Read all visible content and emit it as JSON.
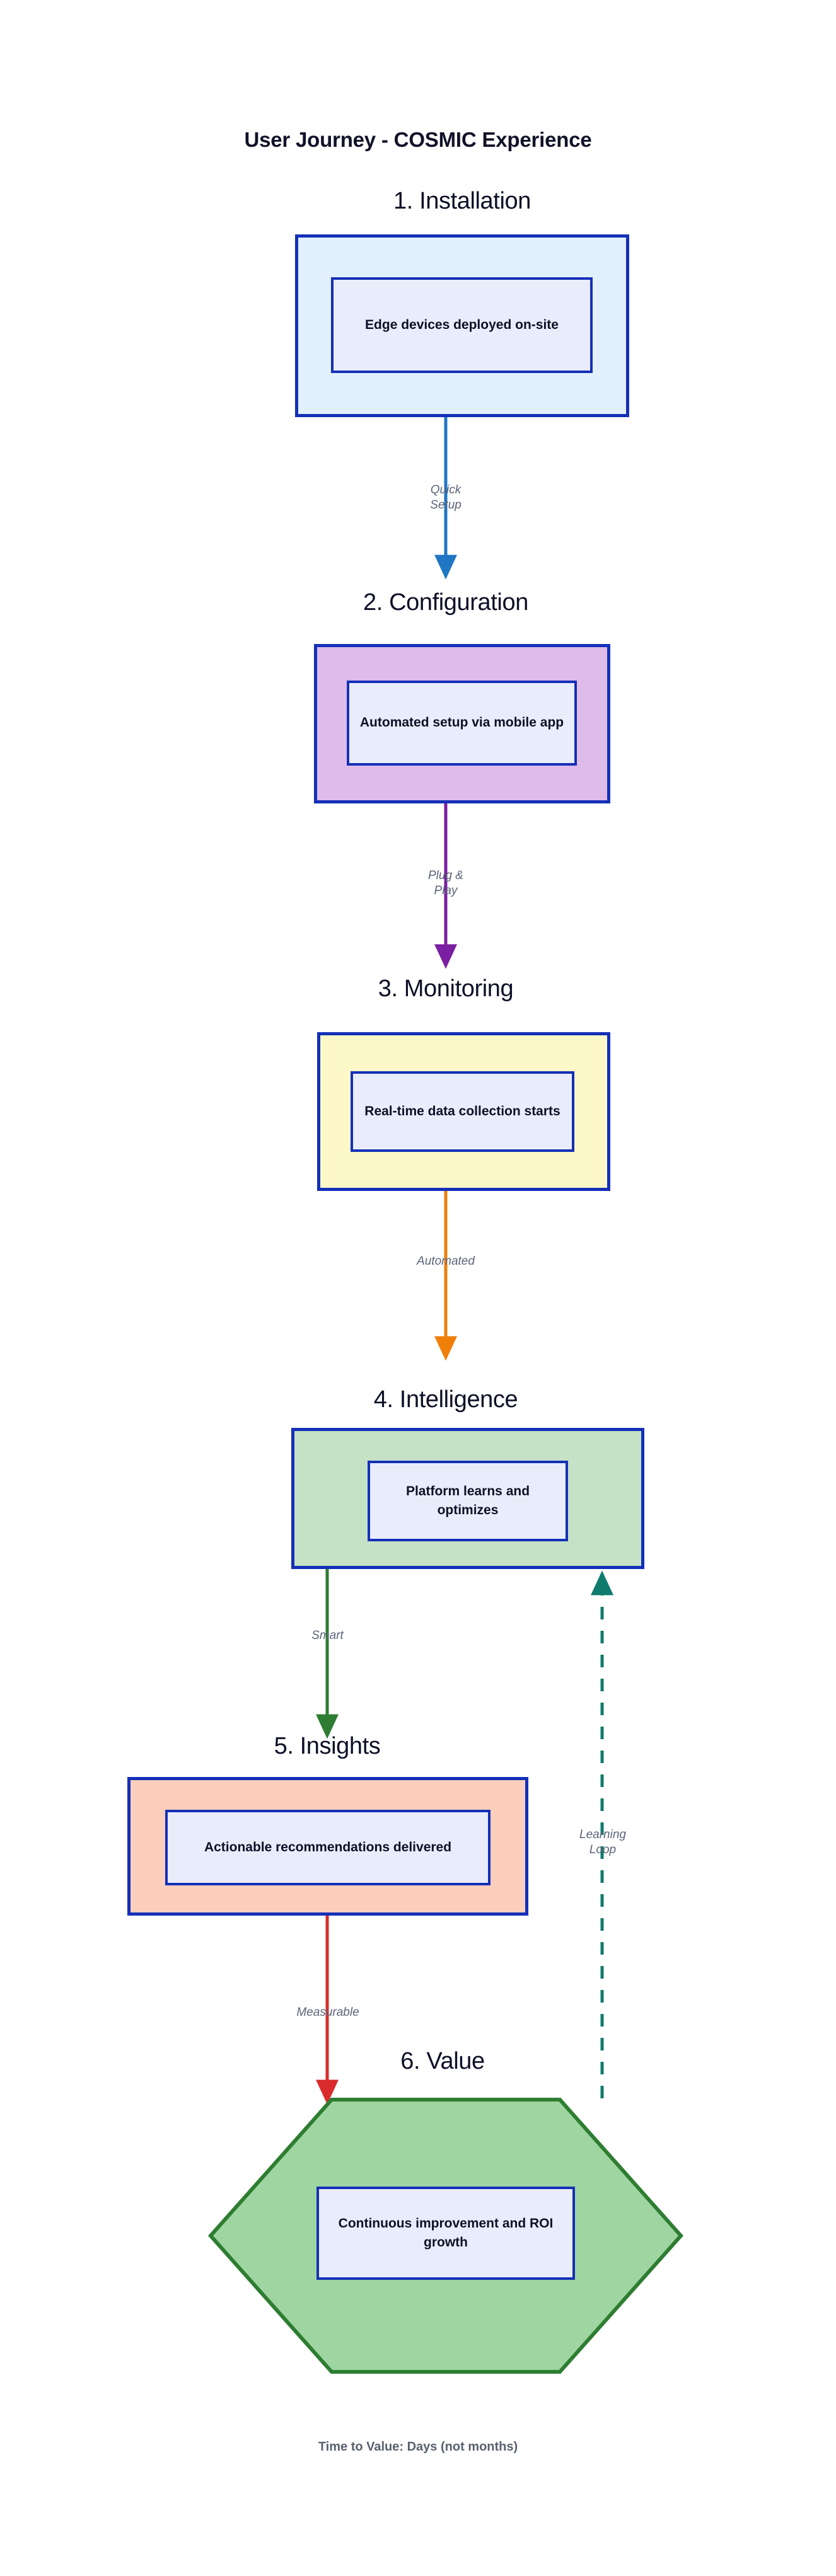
{
  "diagram": {
    "title": "User Journey - COSMIC Experience",
    "footer_note": "Time to Value: Days (not months)",
    "background": "#ffffff",
    "node_border_color": "#1430b8",
    "inner_box_fill": "#e9edfb",
    "inner_box_border": "#1430b8"
  },
  "stages": [
    {
      "id": "installation",
      "title": "1. Installation",
      "label": "Edge devices deployed\non-site",
      "fill": "#e2f0fb",
      "shape": "rect"
    },
    {
      "id": "configuration",
      "title": "2. Configuration",
      "label": "Automated setup\nvia mobile app",
      "fill": "#dfbbe9",
      "shape": "rect"
    },
    {
      "id": "monitoring",
      "title": "3. Monitoring",
      "label": "Real-time data\ncollection starts",
      "fill": "#fdf8c8",
      "shape": "rect"
    },
    {
      "id": "intelligence",
      "title": "4. Intelligence",
      "label": "Platform learns\nand optimizes",
      "fill": "#c6e2c6",
      "shape": "rect"
    },
    {
      "id": "insights",
      "title": "5. Insights",
      "label": "Actionable recommendations\ndelivered",
      "fill": "#fbcfbb",
      "shape": "rect"
    },
    {
      "id": "value",
      "title": "6. Value",
      "label": "Continuous improvement\nand ROI growth",
      "fill": "#9ed5a0",
      "stroke": "#2e7d32",
      "shape": "hexagon"
    }
  ],
  "connectors": [
    {
      "id": "quick-setup",
      "label": "Quick\nSetup",
      "color": "#1f77c4",
      "style": "solid",
      "from": "installation",
      "to": "configuration"
    },
    {
      "id": "plug-play",
      "label": "Plug &\nPlay",
      "color": "#7b1fa2",
      "style": "solid",
      "from": "configuration",
      "to": "monitoring"
    },
    {
      "id": "automated",
      "label": "Automated",
      "color": "#f07f09",
      "style": "solid",
      "from": "monitoring",
      "to": "intelligence"
    },
    {
      "id": "smart",
      "label": "Smart",
      "color": "#2e7d32",
      "style": "solid",
      "from": "intelligence",
      "to": "insights"
    },
    {
      "id": "measurable",
      "label": "Measurable",
      "color": "#d92b2b",
      "style": "solid",
      "from": "insights",
      "to": "value"
    },
    {
      "id": "learning-loop",
      "label": "Learning\nLoop",
      "color": "#0f7b6c",
      "style": "dashed",
      "from": "value",
      "to": "intelligence"
    }
  ]
}
